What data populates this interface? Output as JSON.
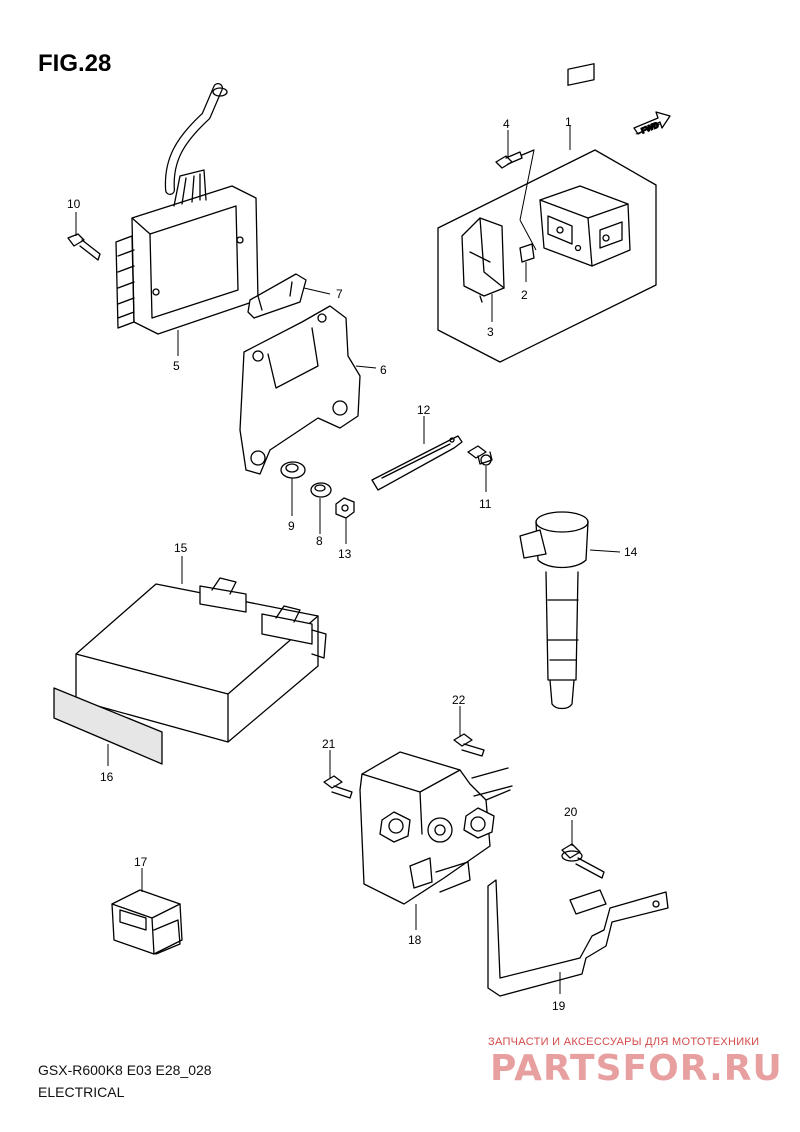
{
  "figure": {
    "title": "FIG.28",
    "model_code": "GSX-R600K8 E03 E28_028",
    "section": "ELECTRICAL"
  },
  "fwd_label": "FWD",
  "part_labels": [
    "1",
    "2",
    "3",
    "4",
    "5",
    "6",
    "7",
    "8",
    "9",
    "10",
    "11",
    "12",
    "13",
    "14",
    "15",
    "16",
    "17",
    "18",
    "19",
    "20",
    "21",
    "22"
  ],
  "watermark": {
    "tagline": "ЗАПЧАСТИ И АКСЕССУАРЫ ДЛЯ МОТОТЕХНИКИ",
    "brand": "PARTSFOR.RU"
  }
}
